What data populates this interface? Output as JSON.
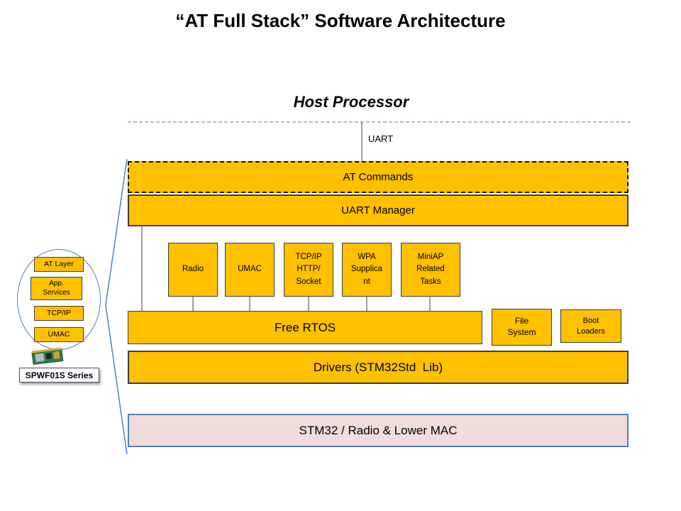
{
  "title": "“AT Full Stack” Software Architecture",
  "host": {
    "label": "Host Processor",
    "uart": "UART"
  },
  "stack": {
    "at_commands": "AT Commands",
    "uart_manager": "UART Manager",
    "modules": {
      "radio": "Radio",
      "umac": "UMAC",
      "tcpip": "TCP/IP\nHTTP/\nSocket",
      "wpa": "WPA\nSupplica\nnt",
      "miniap": "MiniAP\nRelated\nTasks"
    },
    "free_rtos": "Free RTOS",
    "file_system": "File\nSystem",
    "boot_loaders": "Boot\nLoaders",
    "drivers": "Drivers (STM32Std  Lib)",
    "hardware": "STM32 / Radio & Lower MAC"
  },
  "inset": {
    "layers": {
      "at_layer": "AT Layer",
      "app_services": "App.\nServices",
      "tcpip": "TCP/IP",
      "umac": "UMAC"
    },
    "caption": "SPWF01S Series",
    "chip_icon": "pcb-module-photo"
  },
  "colors": {
    "gold": "#FFC000",
    "dark_border": "#3F3F3F",
    "blue": "#4F81BD",
    "pink": "#F2DCDB"
  }
}
